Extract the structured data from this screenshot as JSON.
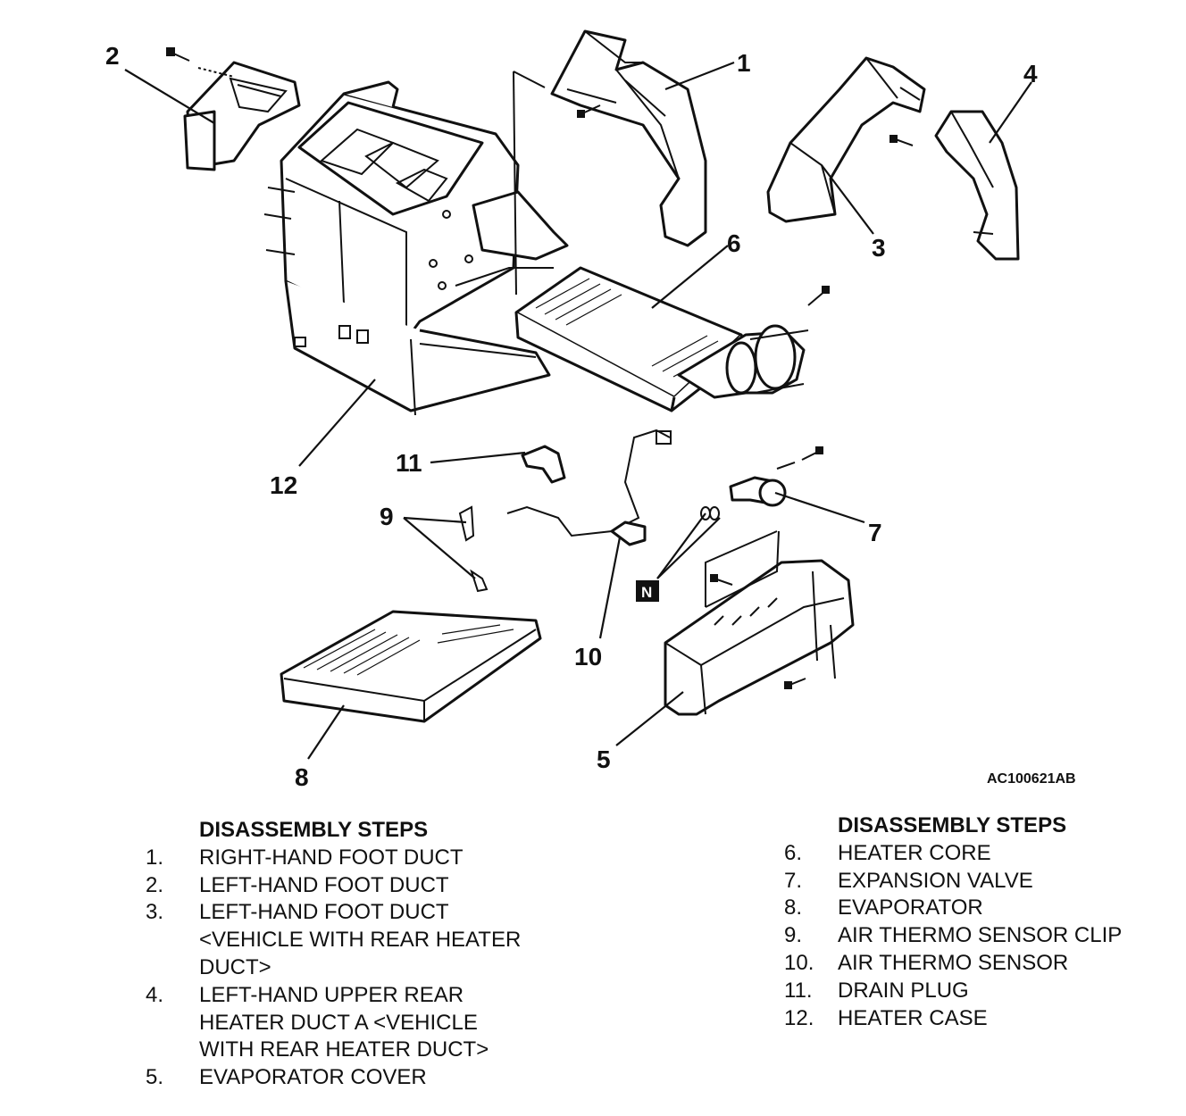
{
  "figure": {
    "id": "AC100621AB",
    "callouts": {
      "c1": "1",
      "c2": "2",
      "c3": "3",
      "c4": "4",
      "c5": "5",
      "c6": "6",
      "c7": "7",
      "c8": "8",
      "c9": "9",
      "c10": "10",
      "c11": "11",
      "c12": "12"
    },
    "badge": "N"
  },
  "steps_left": {
    "heading": "DISASSEMBLY STEPS",
    "items": [
      {
        "num": "1.",
        "text": "RIGHT-HAND FOOT DUCT"
      },
      {
        "num": "2.",
        "text": "LEFT-HAND FOOT DUCT"
      },
      {
        "num": "3.",
        "text": "LEFT-HAND FOOT DUCT\n<VEHICLE WITH REAR HEATER\nDUCT>"
      },
      {
        "num": "4.",
        "text": "LEFT-HAND UPPER REAR\nHEATER DUCT A <VEHICLE\nWITH REAR HEATER DUCT>"
      },
      {
        "num": "5.",
        "text": "EVAPORATOR COVER"
      }
    ]
  },
  "steps_right": {
    "heading": "DISASSEMBLY STEPS",
    "items": [
      {
        "num": "6.",
        "text": "HEATER CORE"
      },
      {
        "num": "7.",
        "text": "EXPANSION VALVE"
      },
      {
        "num": "8.",
        "text": "EVAPORATOR"
      },
      {
        "num": "9.",
        "text": "AIR THERMO SENSOR CLIP"
      },
      {
        "num": "10.",
        "text": "AIR THERMO SENSOR"
      },
      {
        "num": "11.",
        "text": "DRAIN PLUG"
      },
      {
        "num": "12.",
        "text": "HEATER CASE"
      }
    ]
  }
}
